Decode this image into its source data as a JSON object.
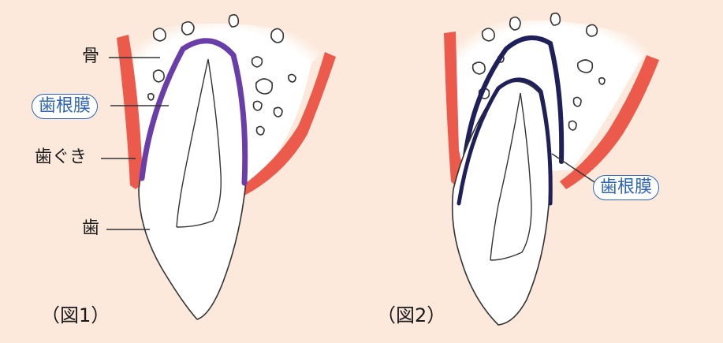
{
  "figure1": {
    "caption": "（図1）",
    "labels": {
      "bone": "骨",
      "periodontal_ligament": "歯根膜",
      "gum": "歯ぐき",
      "tooth": "歯"
    }
  },
  "figure2": {
    "caption": "（図2）",
    "labels": {
      "periodontal_ligament": "歯根膜"
    }
  },
  "colors": {
    "background": "#fce9dc",
    "gum": "#ec5a4c",
    "ligament_fig1": "#6a3ea8",
    "ligament_fig2": "#1f1f5a",
    "label_blue": "#2f64b4"
  }
}
